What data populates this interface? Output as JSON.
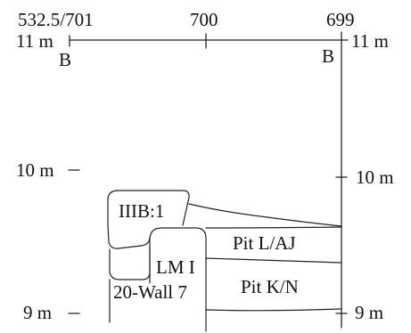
{
  "top_labels": {
    "left": "532.5/701",
    "middle": "700",
    "right": "699"
  },
  "elevations": {
    "top_left": "11 m",
    "top_right": "11 m",
    "mid_left": "10 m",
    "mid_right": "10 m",
    "bottom_left": "9 m",
    "bottom_right": "9 m"
  },
  "section_ends": {
    "left": "B",
    "right": "B"
  },
  "features": {
    "stratum": "IIIB:1",
    "wall_period": "LM I",
    "wall_name": "20-Wall 7",
    "pit_upper": "Pit L/AJ",
    "pit_lower": "Pit K/N"
  }
}
